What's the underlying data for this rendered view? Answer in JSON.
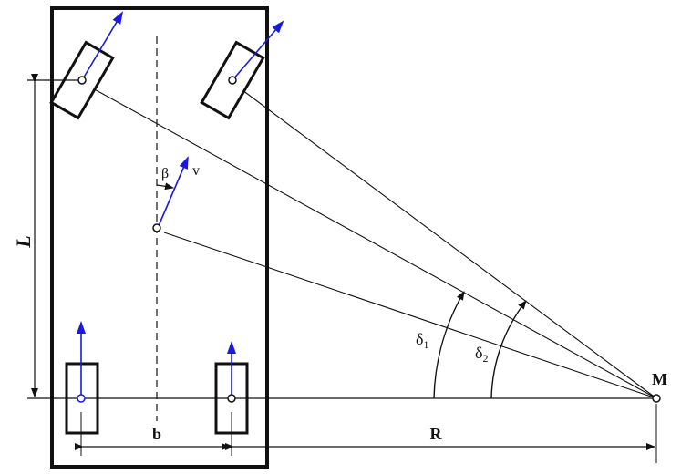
{
  "diagram": {
    "title": "Vehicle steering geometry (Ackermann)",
    "labels": {
      "wheelbase": "L",
      "track": "b",
      "radius": "R",
      "center": "M",
      "slip_angle": "β",
      "velocity": "v",
      "delta1": "δ",
      "delta1_sub": "1",
      "delta2": "δ",
      "delta2_sub": "2"
    },
    "colors": {
      "vector": "#1a1adc",
      "line": "#111111"
    }
  }
}
